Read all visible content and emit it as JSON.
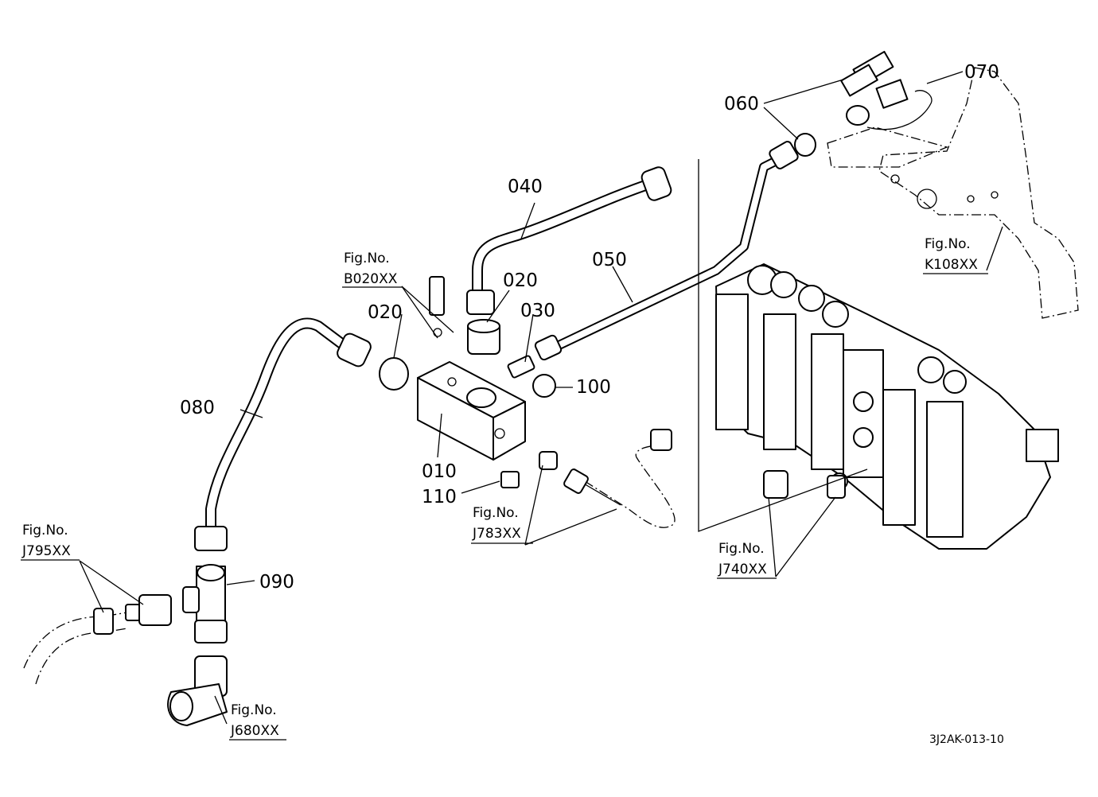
{
  "callouts": {
    "c010": "010",
    "c020a": "020",
    "c020b": "020",
    "c030": "030",
    "c040": "040",
    "c050": "050",
    "c060": "060",
    "c070": "070",
    "c080": "080",
    "c090": "090",
    "c100": "100",
    "c110": "110"
  },
  "fig_refs": {
    "b020": {
      "label": "Fig.No.",
      "code": "B020XX"
    },
    "j795": {
      "label": "Fig.No.",
      "code": "J795XX"
    },
    "j783": {
      "label": "Fig.No.",
      "code": "J783XX"
    },
    "j680": {
      "label": "Fig.No.",
      "code": "J680XX"
    },
    "j740": {
      "label": "Fig.No.",
      "code": "J740XX"
    },
    "k108": {
      "label": "Fig.No.",
      "code": "K108XX"
    }
  },
  "drawing_code": "3J2AK-013-10"
}
